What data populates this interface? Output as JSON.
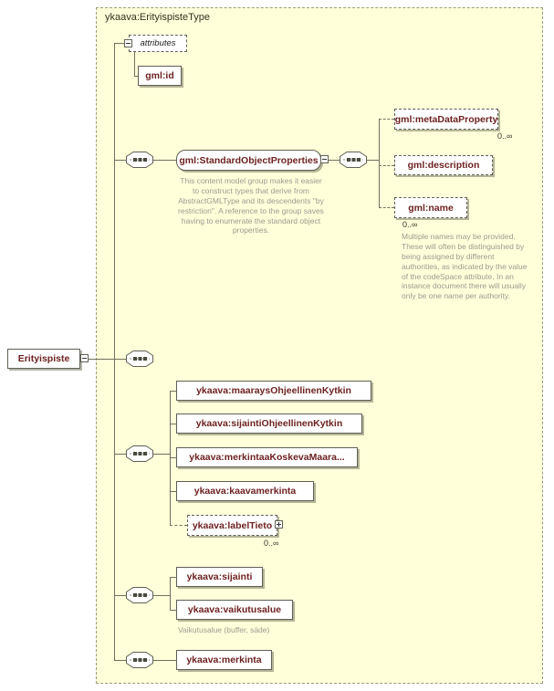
{
  "diagram": {
    "type_title": "ykaava:ErityispisteType",
    "root": {
      "label": "Erityispiste"
    },
    "attributes": {
      "group_label": "attributes",
      "items": [
        {
          "label": "gml:id"
        }
      ]
    },
    "groups": {
      "sop": {
        "label": "gml:StandardObjectProperties",
        "annotation": "This content model group makes it easier to construct types that derive from AbstractGMLType and its descendents \"by restriction\".  A reference to the group saves having to enumerate the standard object properties.",
        "children": [
          {
            "label": "gml:metaDataProperty",
            "occurs": "0..∞"
          },
          {
            "label": "gml:description"
          },
          {
            "label": "gml:name",
            "occurs": "0..∞",
            "annotation": "Multiple names may be provided.  These will often be distinguished by being assigned by different authorities, as indicated by the value of the codeSpace attribute.  In an instance document there will usually only be one name per authority."
          }
        ]
      },
      "properties": {
        "children": [
          {
            "label": "ykaava:maaraysOhjeellinenKytkin"
          },
          {
            "label": "ykaava:sijaintiOhjeellinenKytkin"
          },
          {
            "label": "ykaava:merkintaaKoskevaMaara..."
          },
          {
            "label": "ykaava:kaavamerkinta"
          },
          {
            "label": "ykaava:labelTieto",
            "occurs": "0..∞"
          }
        ]
      },
      "location": {
        "children": [
          {
            "label": "ykaava:sijainti"
          },
          {
            "label": "ykaava:vaikutusalue",
            "annotation": "Vaikutusalue (buffer, säde)"
          }
        ]
      },
      "notation": {
        "children": [
          {
            "label": "ykaava:merkinta"
          }
        ]
      }
    }
  }
}
